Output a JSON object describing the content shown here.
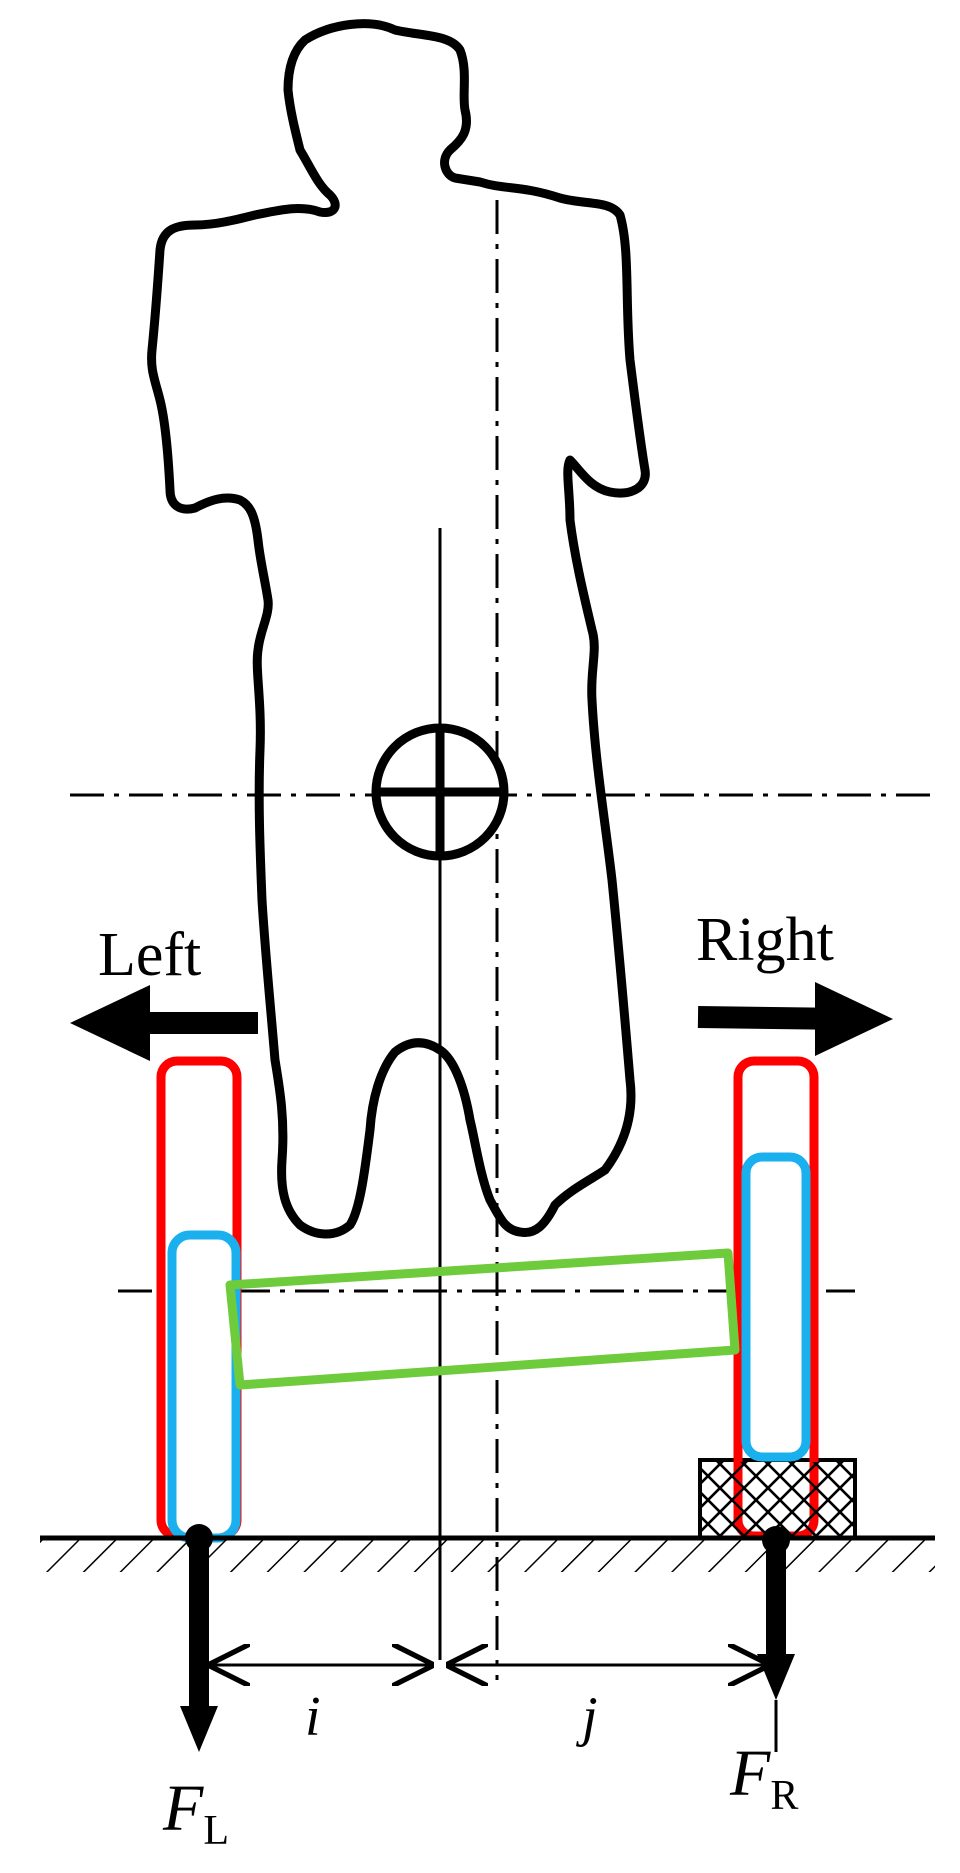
{
  "labels": {
    "left": "Left",
    "right": "Right",
    "dim_left": "i",
    "dim_right": "j",
    "force_left_symbol": "F",
    "force_left_subscript": "L",
    "force_right_symbol": "F",
    "force_right_subscript": "R"
  },
  "colors": {
    "outline": "#000000",
    "red_bar": "#ff0000",
    "blue_bar": "#1ab0ee",
    "green_plate": "#6ecb3c"
  }
}
